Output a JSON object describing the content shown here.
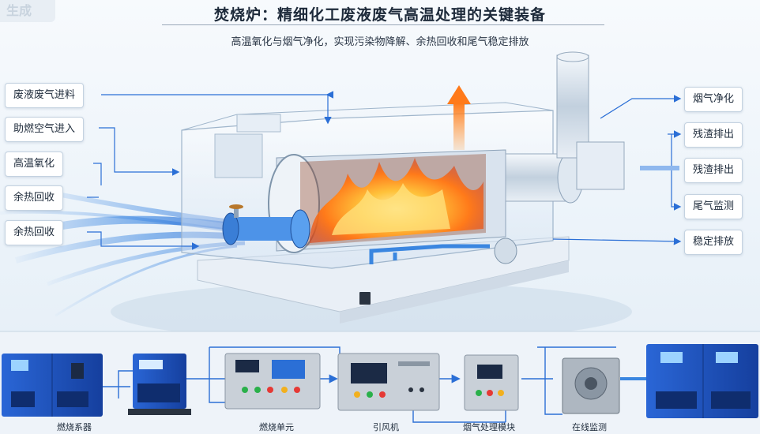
{
  "header": {
    "badge": "生成",
    "title": "焚烧炉：精细化工废液废气高温处理的关键装备",
    "subtitle": "高温氧化与烟气净化，实现污染物降解、余热回收和尾气稳定排放"
  },
  "left_labels": [
    "废液废气进料",
    "助燃空气进入",
    "高温氧化",
    "余热回收",
    "余热回收"
  ],
  "right_labels": [
    "烟气净化",
    "残渣排出",
    "残渣排出",
    "尾气监测",
    "稳定排放"
  ],
  "bottom_labels": [
    "燃烧系器",
    "燃烧单元",
    "引风机",
    "烟气处理模块",
    "在线监测"
  ],
  "colors": {
    "flow_blue": "#2f7fe0",
    "flame_orange": "#ff7a1a",
    "cabinet_blue": "#1f58c8",
    "panel_gray": "#c9d0d8"
  }
}
